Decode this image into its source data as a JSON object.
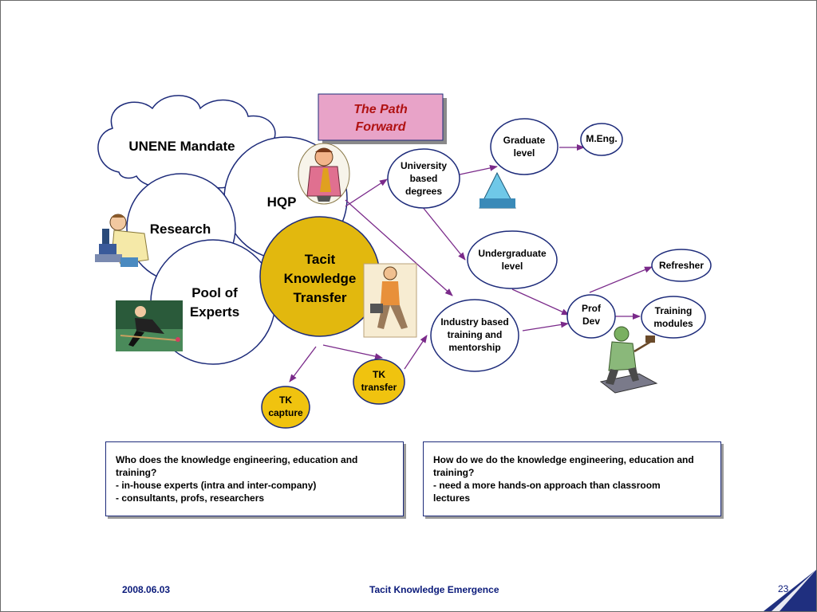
{
  "title_box": {
    "line1": "The Path",
    "line2": "Forward"
  },
  "nodes": {
    "unene": "UNENE Mandate",
    "hqp": "HQP",
    "research": "Research",
    "pool": {
      "line1": "Pool of",
      "line2": "Experts"
    },
    "tacit": {
      "line1": "Tacit",
      "line2": "Knowledge",
      "line3": "Transfer"
    },
    "university": {
      "line1": "University",
      "line2": "based",
      "line3": "degrees"
    },
    "graduate": {
      "line1": "Graduate",
      "line2": "level"
    },
    "meng": "M.Eng.",
    "undergrad": {
      "line1": "Undergraduate",
      "line2": "level"
    },
    "industry": {
      "line1": "Industry based",
      "line2": "training and",
      "line3": "mentorship"
    },
    "profdev": {
      "line1": "Prof",
      "line2": "Dev"
    },
    "refresher": "Refresher",
    "training": {
      "line1": "Training",
      "line2": "modules"
    },
    "tk_transfer": {
      "line1": "TK",
      "line2": "transfer"
    },
    "tk_capture": {
      "line1": "TK",
      "line2": "capture"
    }
  },
  "question_boxes": [
    {
      "q1": "Who does the knowledge engineering, education and",
      "q2": "training?",
      "a1": "- in-house experts (intra and inter-company)",
      "a2": "- consultants, profs, researchers"
    },
    {
      "q1": "How do we do the knowledge engineering, education and",
      "q2": "training?",
      "a1": "- need a more hands-on approach than classroom",
      "a2": "lectures"
    }
  ],
  "footer": {
    "date": "2008.06.03",
    "title": "Tacit Knowledge Emergence",
    "page": "23"
  },
  "colors": {
    "tacit_fill": "#e2b80e",
    "tk_fill": "#f0c30f",
    "title_fill": "#e8a3c8",
    "title_text": "#b01212",
    "outline": "#1d2b7a",
    "arrow": "#7a2a8a",
    "footer_text": "#0a1a7a",
    "corner": "#1f2f7f"
  }
}
